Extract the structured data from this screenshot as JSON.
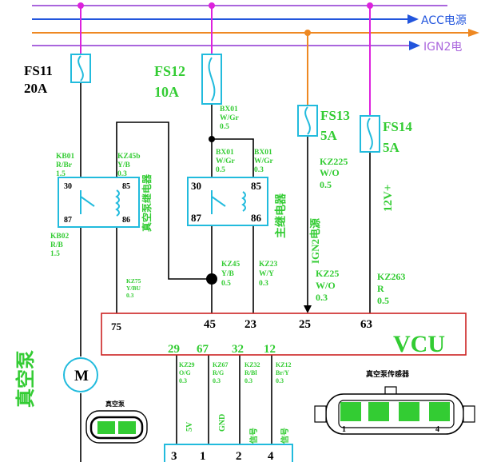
{
  "buses": {
    "top_label": "",
    "acc_label": "ACC电源",
    "ign2_label": "IGN2电"
  },
  "fuses": {
    "fs11": {
      "name": "FS11",
      "rating": "20A"
    },
    "fs12": {
      "name": "FS12",
      "rating": "10A"
    },
    "fs13": {
      "name": "FS13",
      "rating": "5A"
    },
    "fs14": {
      "name": "FS14",
      "rating": "5A"
    }
  },
  "wires": {
    "kb01a_1": "KB01",
    "kb01a_2": "R/Br",
    "kb01a_3": "1.5",
    "kz45b_1": "KZ45b",
    "kz45b_2": "Y/B",
    "kz45b_3": "0.3",
    "bx01a_1": "BX01",
    "bx01a_2": "W/Gr",
    "bx01a_3": "0.5",
    "bx01b_1": "BX01",
    "bx01b_2": "W/Gr",
    "bx01b_3": "0.5",
    "bx01c_1": "BX01",
    "bx01c_2": "W/Gr",
    "bx01c_3": "0.3",
    "kz225_1": "KZ225",
    "kz225_2": "W/O",
    "kz225_3": "0.5",
    "kb02_1": "KB02",
    "kb02_2": "R/B",
    "kb02_3": "1.5",
    "kz75_1": "KZ75",
    "kz75_2": "Y/BU",
    "kz75_3": "0.3",
    "kz45_1": "KZ45",
    "kz45_2": "Y/B",
    "kz45_3": "0.5",
    "kz23_1": "KZ23",
    "kz23_2": "W/Y",
    "kz23_3": "0.3",
    "kz25_1": "KZ25",
    "kz25_2": "W/O",
    "kz25_3": "0.3",
    "kz263_1": "KZ263",
    "kz263_2": "R",
    "kz263_3": "0.5",
    "kz29_1": "KZ29",
    "kz29_2": "O/G",
    "kz29_3": "0.3",
    "kz67_1": "KZ67",
    "kz67_2": "R/G",
    "kz67_3": "0.3",
    "kz32_1": "KZ32",
    "kz32_2": "R/Bl",
    "kz32_3": "0.3",
    "kz12_1": "KZ12",
    "kz12_2": "Br/Y",
    "kz12_3": "0.3"
  },
  "relays": {
    "left": {
      "p30": "30",
      "p85": "85",
      "p87": "87",
      "p86": "86",
      "name": "真空泵继电器"
    },
    "right": {
      "p30": "30",
      "p85": "85",
      "p87": "87",
      "p86": "86",
      "name": "主继电器"
    }
  },
  "vertical_texts": {
    "ign2": "IGN2电源",
    "v12": "12V+"
  },
  "vcu": {
    "title": "VCU",
    "pins_top": [
      "75",
      "45",
      "23",
      "25",
      "63"
    ],
    "pins_bottom": [
      "29",
      "67",
      "32",
      "12"
    ]
  },
  "pump": {
    "name": "真空泵",
    "motor": "M",
    "connector_label": "真空泵"
  },
  "sensor": {
    "title": "真空泵传感器",
    "pin_first": "1",
    "pin_last": "4"
  },
  "sensor_labels": [
    "5V",
    "GND",
    "信号",
    "信号"
  ],
  "connector_pins": [
    "3",
    "1",
    "2",
    "4"
  ],
  "colors": {
    "wire_green": "#33cc33",
    "fuse_cyan": "#22bbdd",
    "vcu_red": "#cc2222",
    "bus_blue": "#2255dd",
    "bus_orange": "#ee8822",
    "bus_purple": "#aa66dd",
    "junction_magenta": "#dd22dd"
  }
}
